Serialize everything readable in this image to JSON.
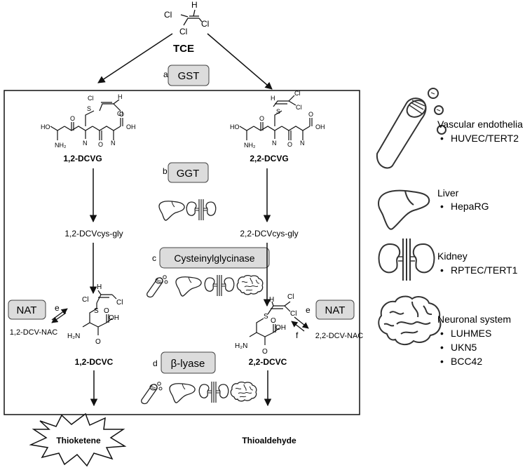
{
  "tce": {
    "name": "TCE",
    "atoms": {
      "cl1": "Cl",
      "cl2": "Cl",
      "cl3": "Cl",
      "h": "H"
    }
  },
  "enzymes": {
    "a": {
      "letter": "a",
      "name": "GST"
    },
    "b": {
      "letter": "b",
      "name": "GGT"
    },
    "c": {
      "letter": "c",
      "name": "Cysteinylglycinase"
    },
    "d": {
      "letter": "d",
      "name": "β-lyase"
    },
    "e_left": {
      "letter": "e",
      "name": "NAT"
    },
    "e_right": {
      "letter": "e",
      "name": "NAT"
    },
    "f": {
      "letter": "f"
    }
  },
  "left_branch": {
    "dcvg": "1,2-DCVG",
    "cysgly": "1,2-DCVcys-gly",
    "dcvc": "1,2-DCVC",
    "nac": "1,2-DCV-NAC",
    "product": "Thioketene"
  },
  "right_branch": {
    "dcvg": "2,2-DCVG",
    "cysgly": "2,2-DCVcys-gly",
    "dcvc": "2,2-DCVC",
    "nac": "2,2-DCV-NAC",
    "product": "Thioaldehyde"
  },
  "structure_atoms": {
    "cl": "Cl",
    "h": "H",
    "s": "S",
    "ho": "HO",
    "oh": "OH",
    "o": "O",
    "n": "N",
    "nh2": "NH₂",
    "h2n": "H₂N",
    "nh": "H"
  },
  "systems": [
    {
      "title": "Vascular endothelia",
      "items": [
        "HUVEC/TERT2"
      ],
      "icon": "blood-vessel-icon"
    },
    {
      "title": "Liver",
      "items": [
        "HepaRG"
      ],
      "icon": "liver-icon"
    },
    {
      "title": "Kidney",
      "items": [
        "RPTEC/TERT1"
      ],
      "icon": "kidney-icon"
    },
    {
      "title": "Neuronal system",
      "items": [
        "LUHMES",
        "UKN5",
        "BCC42"
      ],
      "icon": "brain-icon"
    }
  ],
  "bullet": "•"
}
